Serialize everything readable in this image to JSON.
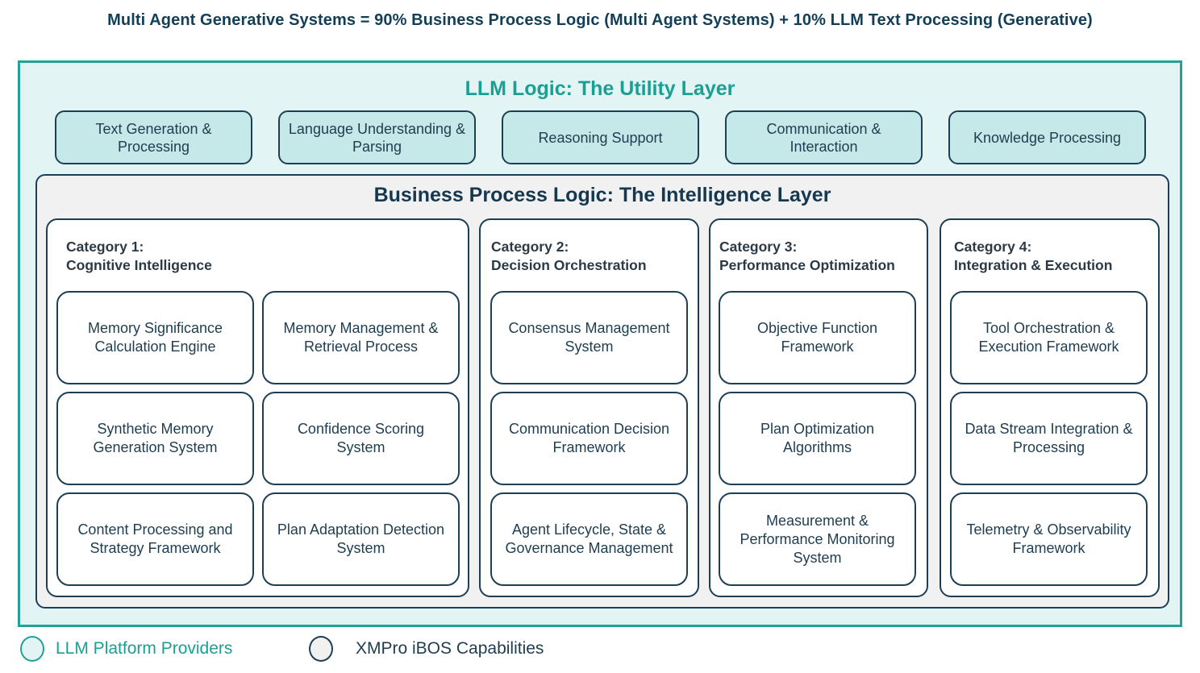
{
  "title": "Multi Agent Generative Systems = 90% Business Process Logic (Multi Agent Systems) + 10% LLM Text Processing (Generative)",
  "colors": {
    "llm_accent": "#22a396",
    "llm_fill": "#e2f4f4",
    "llm_box_fill": "#c5e9e8",
    "xmpro_border": "#1d3f55",
    "xmpro_fill": "#f1f1f1"
  },
  "utility_layer": {
    "title": "LLM Logic: The Utility Layer",
    "items": [
      "Text Generation & Processing",
      "Language Understanding & Parsing",
      "Reasoning Support",
      "Communication & Interaction",
      "Knowledge Processing"
    ]
  },
  "intelligence_layer": {
    "title": "Business Process Logic: The Intelligence Layer",
    "categories": [
      {
        "label": "Category 1:",
        "name": "Cognitive Intelligence",
        "items": [
          "Memory Significance Calculation Engine",
          "Memory Management & Retrieval Process",
          "Synthetic Memory Generation System",
          "Confidence Scoring System",
          "Content Processing and Strategy Framework",
          "Plan Adaptation Detection System"
        ]
      },
      {
        "label": "Category 2:",
        "name": "Decision Orchestration",
        "items": [
          "Consensus Management System",
          "Communication Decision Framework",
          "Agent Lifecycle, State & Governance Management"
        ]
      },
      {
        "label": "Category 3:",
        "name": "Performance Optimization",
        "items": [
          "Objective Function Framework",
          "Plan Optimization Algorithms",
          "Measurement & Performance Monitoring System"
        ]
      },
      {
        "label": "Category 4:",
        "name": "Integration & Execution",
        "items": [
          "Tool Orchestration & Execution Framework",
          "Data Stream Integration & Processing",
          "Telemetry & Observability Framework"
        ]
      }
    ]
  },
  "legend": [
    {
      "label": "LLM Platform Providers",
      "icon": "teal-circle-icon"
    },
    {
      "label": "XMPro iBOS Capabilities",
      "icon": "navy-circle-icon"
    }
  ]
}
